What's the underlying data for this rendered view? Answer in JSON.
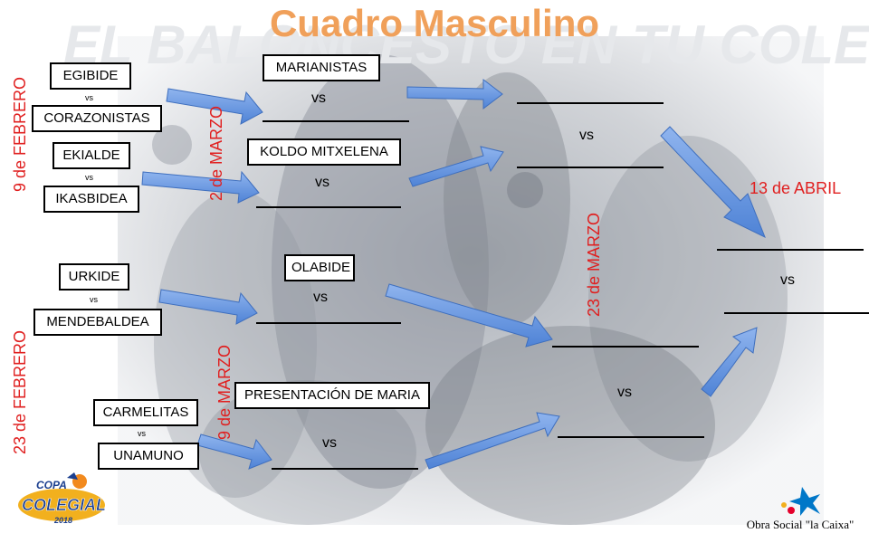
{
  "title": "Cuadro Masculino",
  "background_text": "EL BALONCESTO EN TU COLE",
  "round1": [
    {
      "top": "EGIBIDE",
      "vs": "vs",
      "bottom": "CORAZONISTAS"
    },
    {
      "top": "EKIALDE",
      "vs": "vs",
      "bottom": "IKASBIDEA"
    },
    {
      "top": "URKIDE",
      "vs": "vs",
      "bottom": "MENDEBALDEA"
    },
    {
      "top": "CARMELITAS",
      "vs": "vs",
      "bottom": "UNAMUNO"
    }
  ],
  "round2": [
    {
      "team": "MARIANISTAS",
      "vs": "vs"
    },
    {
      "team": "KOLDO MITXELENA",
      "vs": "vs"
    },
    {
      "team": "OLABIDE",
      "vs": "vs"
    },
    {
      "team": "PRESENTACIÓN DE MARIA",
      "vs": "vs"
    }
  ],
  "round3": [
    {
      "vs": "vs"
    },
    {
      "vs": "vs"
    }
  ],
  "final": {
    "vs": "vs"
  },
  "dates": {
    "d1": "9 de FEBRERO",
    "d2": "2 de MARZO",
    "d3": "23 de FEBRERO",
    "d4": "9 de MARZO",
    "d5": "23 de MARZO",
    "d6": "13 de ABRIL"
  },
  "logos": {
    "copa_line1": "COPA",
    "copa_line2": "COLEGIAL",
    "copa_year": "2018",
    "caixa": "Obra Social \"la Caixa\""
  },
  "colors": {
    "title": "#f0a05a",
    "dates": "#e02020",
    "arrows": "#6a9be0"
  }
}
